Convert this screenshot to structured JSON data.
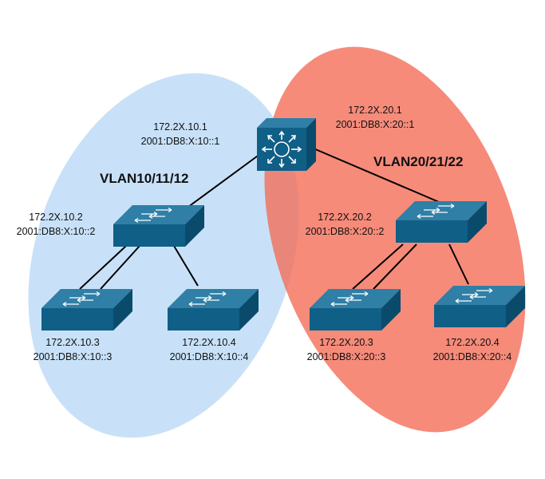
{
  "colors": {
    "vlan_left_fill": "#bedcf7",
    "vlan_right_fill": "#f46a55",
    "switch_top": "#2f7fa6",
    "switch_front": "#0f5f86",
    "switch_side": "#0a4b6c",
    "link": "#000000"
  },
  "regions": {
    "left": {
      "label": "VLAN10/11/12"
    },
    "right": {
      "label": "VLAN20/21/22"
    }
  },
  "devices": {
    "core": {
      "icon": "layer3-switch-icon",
      "ip_left_v4": "172.2X.10.1",
      "ip_left_v6": "2001:DB8:X:10::1",
      "ip_right_v4": "172.2X.20.1",
      "ip_right_v6": "2001:DB8:X:20::1"
    },
    "dist_left": {
      "icon": "switch-icon",
      "ip_v4": "172.2X.10.2",
      "ip_v6": "2001:DB8:X:10::2"
    },
    "dist_right": {
      "icon": "switch-icon",
      "ip_v4": "172.2X.20.2",
      "ip_v6": "2001:DB8:X:20::2"
    },
    "access_l1": {
      "icon": "switch-icon",
      "ip_v4": "172.2X.10.3",
      "ip_v6": "2001:DB8:X:10::3"
    },
    "access_l2": {
      "icon": "switch-icon",
      "ip_v4": "172.2X.10.4",
      "ip_v6": "2001:DB8:X:10::4"
    },
    "access_r1": {
      "icon": "switch-icon",
      "ip_v4": "172.2X.20.3",
      "ip_v6": "2001:DB8:X:20::3"
    },
    "access_r2": {
      "icon": "switch-icon",
      "ip_v4": "172.2X.20.4",
      "ip_v6": "2001:DB8:X:20::4"
    }
  }
}
